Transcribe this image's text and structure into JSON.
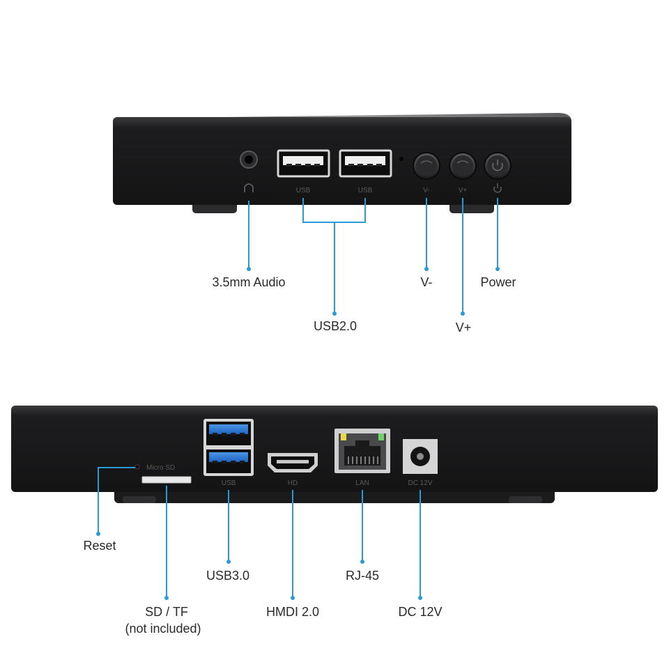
{
  "front_panel": {
    "port_labels": {
      "usb_a": "USB",
      "usb_b": "USB",
      "vol_down": "V-",
      "vol_up": "V+"
    },
    "callouts": {
      "audio": "3.5mm Audio",
      "usb2": "USB2.0",
      "vol_down": "V-",
      "vol_up": "V+",
      "power": "Power"
    }
  },
  "rear_panel": {
    "port_labels": {
      "micro_sd": "Micro SD",
      "usb": "USB",
      "hdmi": "HD",
      "lan": "LAN",
      "dc": "DC 12V"
    },
    "callouts": {
      "reset": "Reset",
      "sd_line1": "SD / TF",
      "sd_line2": "(not included)",
      "usb3": "USB3.0",
      "hdmi": "HMDI 2.0",
      "rj45": "RJ-45",
      "dc": "DC 12V"
    }
  },
  "colors": {
    "accent": "#2a9ad6",
    "usb3_blue": "#2f7fd8",
    "led_yellow": "#e8d84a",
    "led_green": "#6fd36a"
  }
}
